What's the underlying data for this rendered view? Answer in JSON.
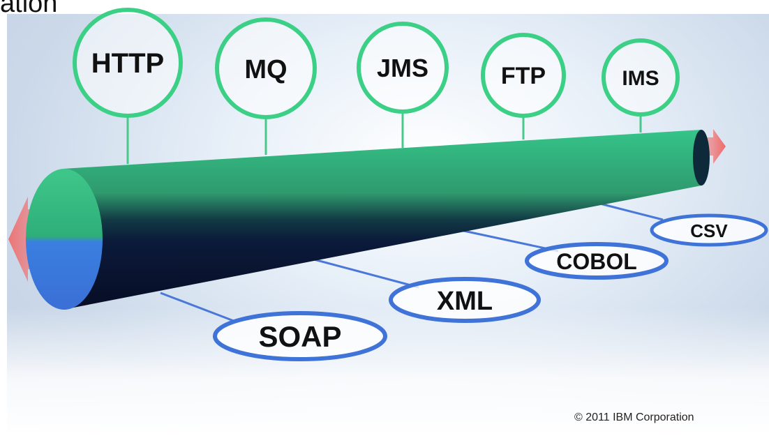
{
  "title_fragment": "ation",
  "protocols": [
    {
      "label": "HTTP"
    },
    {
      "label": "MQ"
    },
    {
      "label": "JMS"
    },
    {
      "label": "FTP"
    },
    {
      "label": "IMS"
    }
  ],
  "formats": [
    {
      "label": "SOAP"
    },
    {
      "label": "XML"
    },
    {
      "label": "COBOL"
    },
    {
      "label": "CSV"
    }
  ],
  "copyright": "© 2011 IBM Corporation",
  "colors": {
    "protocol_ring": "#3ccf86",
    "format_ring": "#3f73d8",
    "pipe_top": "#3fa078",
    "pipe_bottom": "#1e3e9a",
    "arrow": "#f06a6a"
  }
}
